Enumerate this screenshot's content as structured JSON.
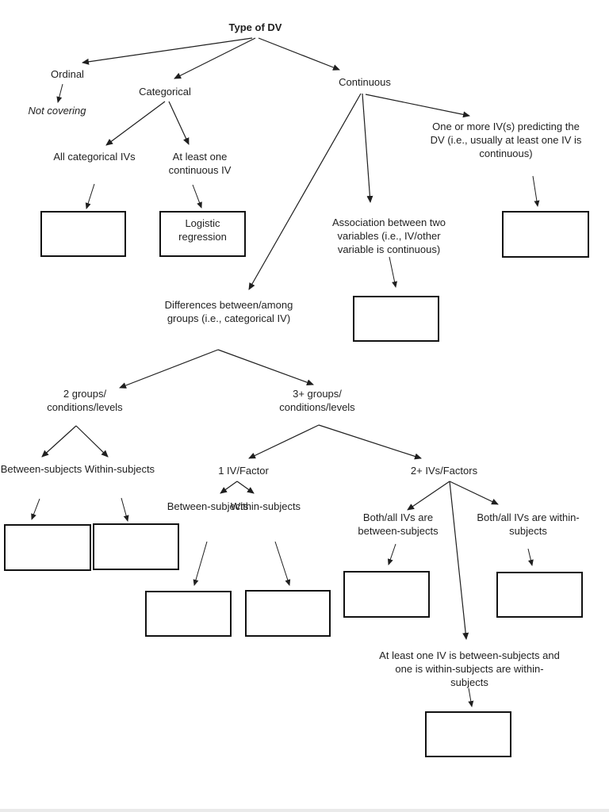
{
  "diagram": {
    "nodes": {
      "type_of_dv": "Type of DV",
      "ordinal": "Ordinal",
      "not_covering": "Not covering",
      "categorical": "Categorical",
      "continuous": "Continuous",
      "all_categorical_ivs": "All categorical IVs",
      "at_least_one_continuous_iv": [
        "At least one",
        "continuous IV"
      ],
      "logistic_regression": [
        "Logistic",
        "regression"
      ],
      "one_or_more_ivs": [
        "One or more IV(s) predicting the",
        "DV (i.e., usually at least one IV is",
        "continuous)"
      ],
      "association": [
        "Association between two",
        "variables (i.e., IV/other",
        "variable is continuous)"
      ],
      "differences": [
        "Differences between/among",
        "groups (i.e., categorical IV)"
      ],
      "two_groups": [
        "2 groups/",
        "conditions/levels"
      ],
      "three_plus_groups": [
        "3+ groups/",
        "conditions/levels"
      ],
      "between_subjects_2g": "Between-subjects",
      "within_subjects_2g": "Within-subjects",
      "one_iv_factor": "1 IV/Factor",
      "between_subjects_1iv": "Between-subjects",
      "within_subjects_1iv": "Within-subjects",
      "two_plus_ivs_factors": "2+ IVs/Factors",
      "both_between": [
        "Both/all IVs are",
        "between-subjects"
      ],
      "both_within": [
        "Both/all IVs are within-",
        "subjects"
      ],
      "mixed": [
        "At least one IV is between-subjects and",
        "one is within-subjects are within-",
        "subjects"
      ]
    },
    "colors": {
      "ink": "#1f1f1f",
      "box_border": "#121212",
      "background": "#ffffff"
    }
  }
}
